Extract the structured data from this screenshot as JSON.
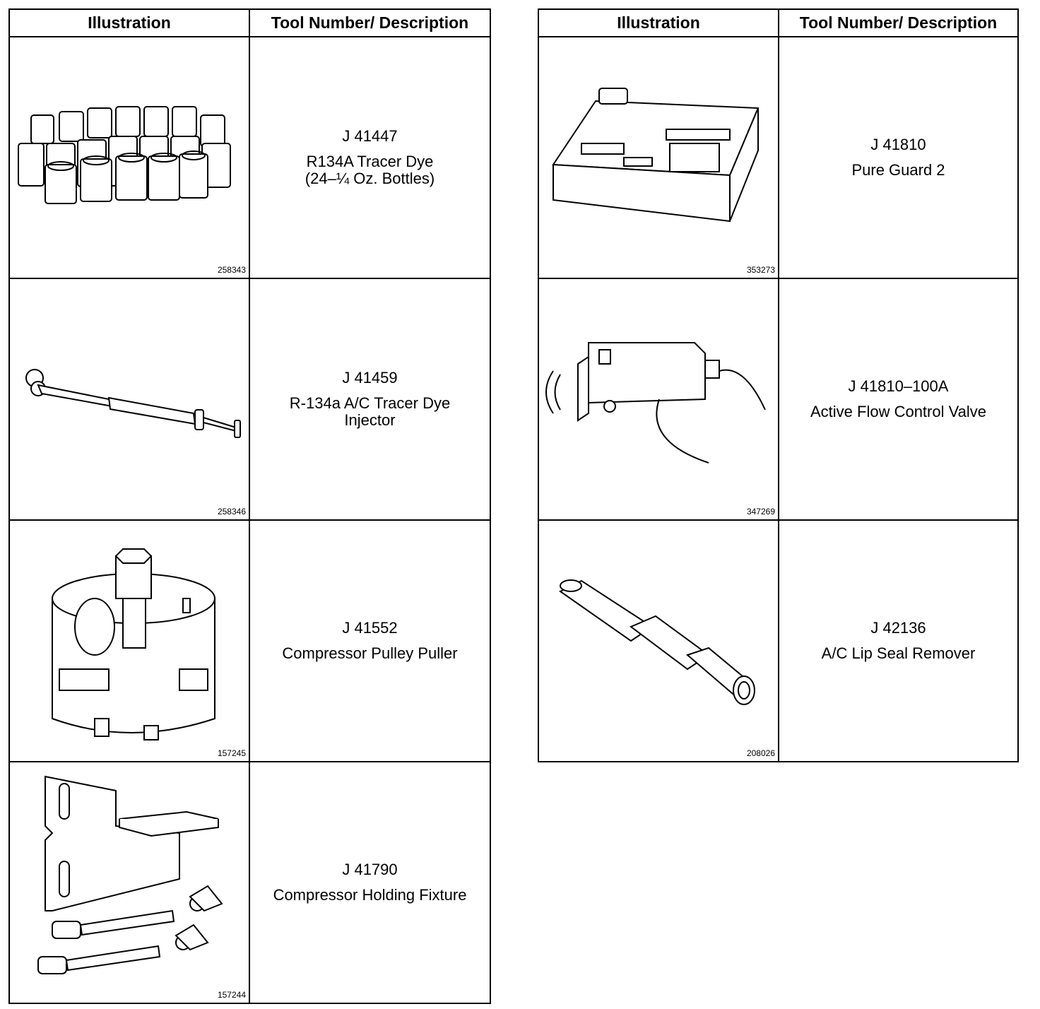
{
  "header": {
    "illustration": "Illustration",
    "tool": "Tool Number/ Description"
  },
  "left": [
    {
      "number": "J 41447",
      "desc": [
        "R134A Tracer Dye",
        "(24–¼ Oz. Bottles)"
      ],
      "fig": "258343",
      "icon": "dye-bottles-icon"
    },
    {
      "number": "J 41459",
      "desc": [
        "R-134a A/C Tracer Dye",
        "Injector"
      ],
      "fig": "258346",
      "icon": "dye-injector-icon"
    },
    {
      "number": "J 41552",
      "desc": [
        "Compressor Pulley Puller"
      ],
      "fig": "157245",
      "icon": "pulley-puller-icon"
    },
    {
      "number": "J 41790",
      "desc": [
        "Compressor Holding Fixture"
      ],
      "fig": "157244",
      "icon": "holding-fixture-icon"
    }
  ],
  "right": [
    {
      "number": "J 41810",
      "desc": [
        "Pure Guard 2"
      ],
      "fig": "353273",
      "icon": "pure-guard-unit-icon"
    },
    {
      "number": "J 41810–100A",
      "desc": [
        "Active Flow Control Valve"
      ],
      "fig": "347269",
      "icon": "flow-control-valve-icon"
    },
    {
      "number": "J 42136",
      "desc": [
        "A/C Lip Seal Remover"
      ],
      "fig": "208026",
      "icon": "lip-seal-remover-icon"
    }
  ]
}
